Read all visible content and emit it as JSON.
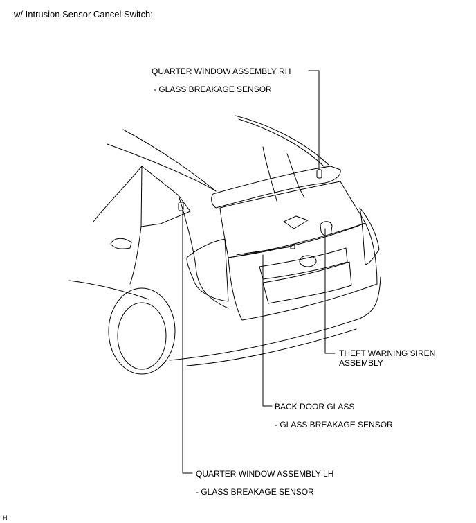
{
  "heading": "w/ Intrusion Sensor Cancel Switch:",
  "labels": {
    "quarter_rh": {
      "title": "QUARTER WINDOW ASSEMBLY RH",
      "sub": "- GLASS BREAKAGE SENSOR"
    },
    "siren": {
      "title": "THEFT WARNING SIREN ASSEMBLY"
    },
    "back_door": {
      "title": "BACK DOOR GLASS",
      "sub": "- GLASS BREAKAGE SENSOR"
    },
    "quarter_lh": {
      "title": "QUARTER WINDOW ASSEMBLY LH",
      "sub": "- GLASS BREAKAGE SENSOR"
    }
  },
  "footer_code": "H"
}
